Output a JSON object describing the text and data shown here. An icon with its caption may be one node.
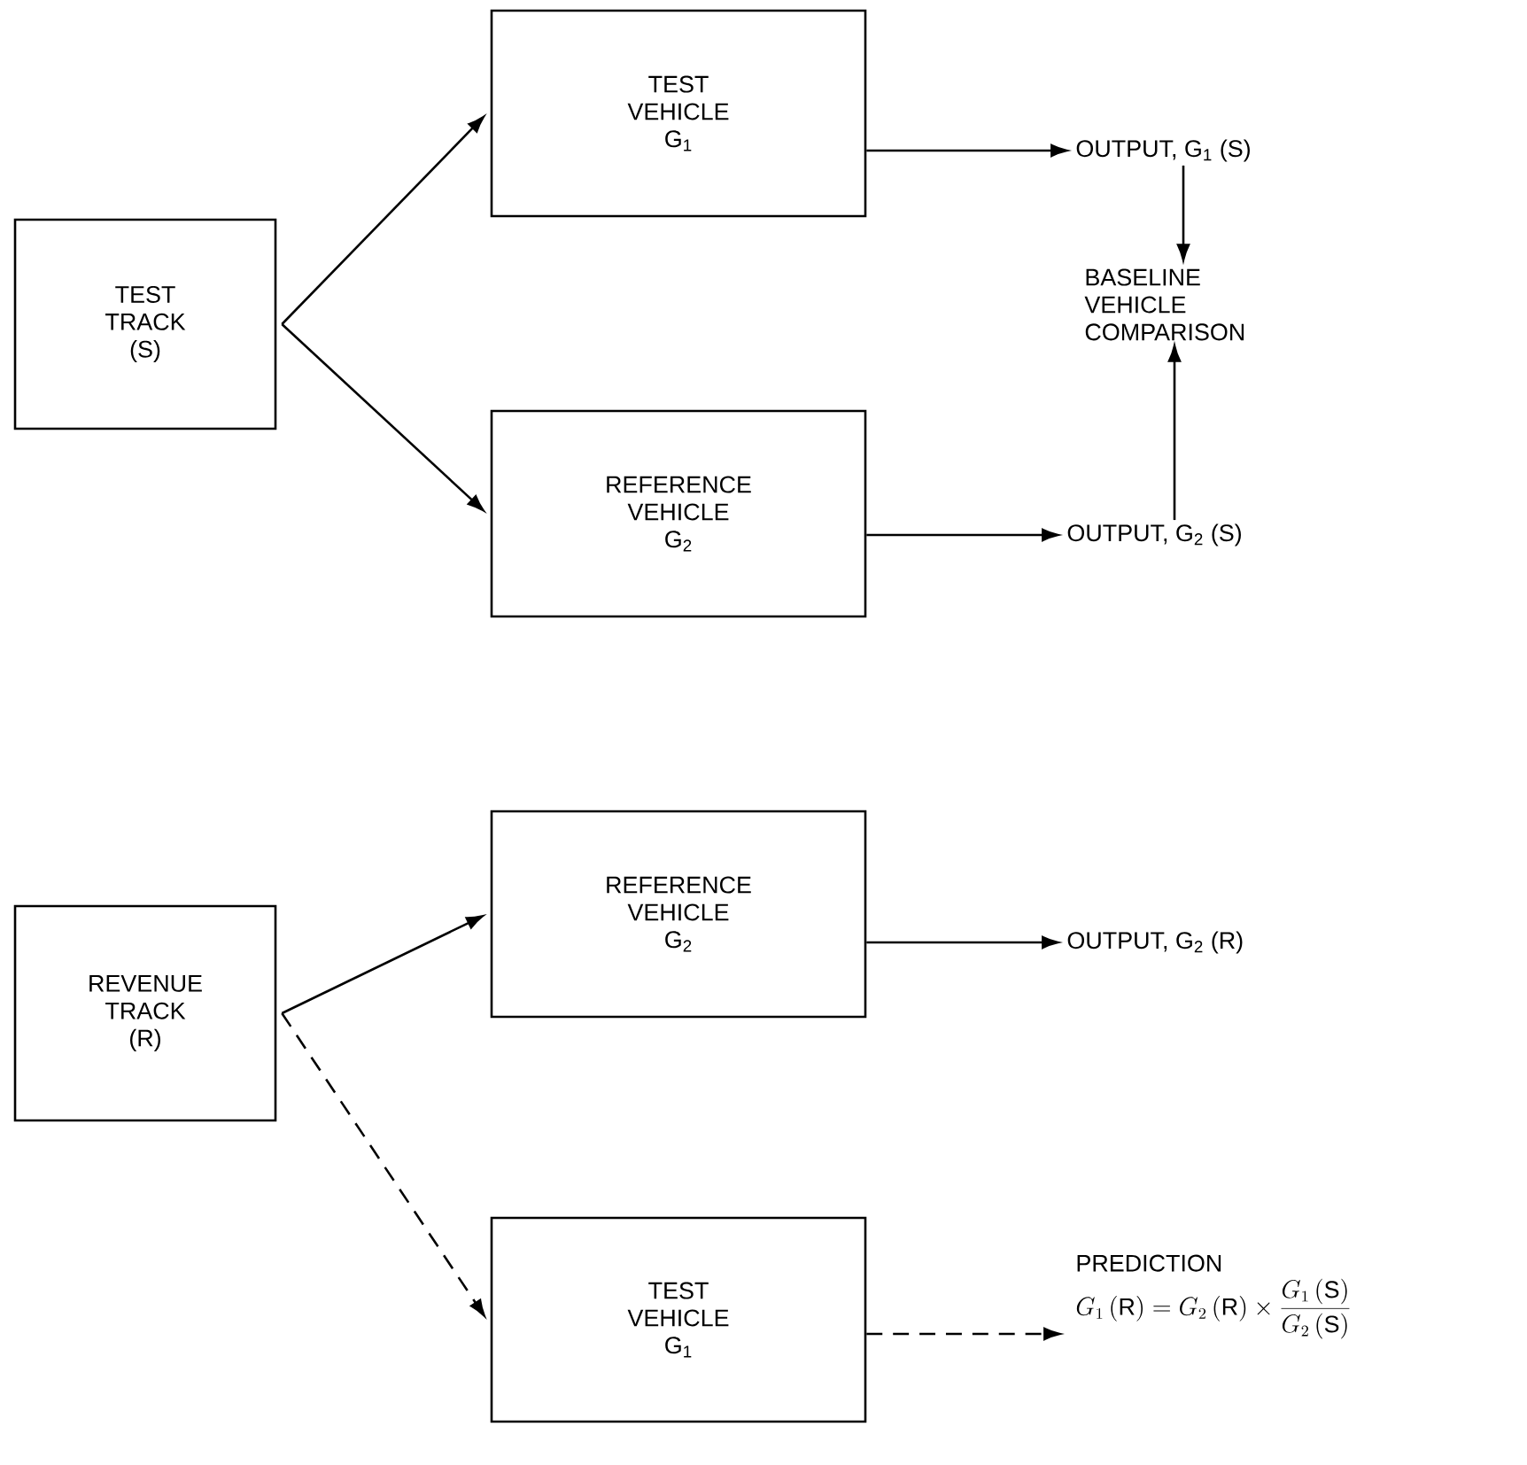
{
  "diagram": {
    "nodes": [
      {
        "text": [
          "TEST TRACK (S)"
        ]
      },
      {
        "text": [
          "TEST VEHICLE G$_{1}$"
        ]
      },
      {
        "text": [
          "REFERENCE VEHICLE G$_{2}$"
        ]
      },
      {
        "text": [
          "OUTPUT, G$_{1}$ (S)"
        ]
      },
      {
        "text": [
          "BASELINE VEHICLE COMPARISON"
        ]
      },
      {
        "text": [
          "OUTPUT, G$_{2}$ (S)"
        ]
      },
      {
        "text": [
          "REVENUE TRACK (R)"
        ]
      },
      {
        "text": [
          "REFERENCE VEHICLE G$_{2}$"
        ]
      },
      {
        "text": [
          "TEST VEHICLE G$_{1}$"
        ]
      },
      {
        "text": [
          "OUTPUT, G$_{2}$ (R)"
        ]
      },
      {
        "text": [
          "PREDICTION",
          "G_{1}\\,(\\mathrm{R}) = G_{2}\\,(\\mathrm{R}) \\times \\frac{G_{1}\\,(\\mathrm{S})}{G_{2}\\,(\\mathrm{S})}"
        ]
      }
    ],
    "edges": [
      {
        "from": 0,
        "to": 1,
        "arrow": "to"
      },
      {
        "from": 0,
        "to": 2,
        "arrow": "to"
      },
      {
        "from": 1,
        "to": 3,
        "arrow": "to"
      },
      {
        "from": 2,
        "to": 5,
        "arrow": "to"
      },
      {
        "from": 3,
        "to": 4,
        "arrow": "to"
      },
      {
        "from": 5,
        "to": 4,
        "arrow": "to"
      },
      {
        "from": 6,
        "to": 7,
        "arrow": "to"
      },
      {
        "from": 6,
        "to": 8,
        "arrow": "to",
        "style": "dashed"
      },
      {
        "from": 7,
        "to": 9,
        "arrow": "to"
      },
      {
        "from": 8,
        "to": 10,
        "arrow": "to",
        "style": "dashed"
      }
    ]
  }
}
